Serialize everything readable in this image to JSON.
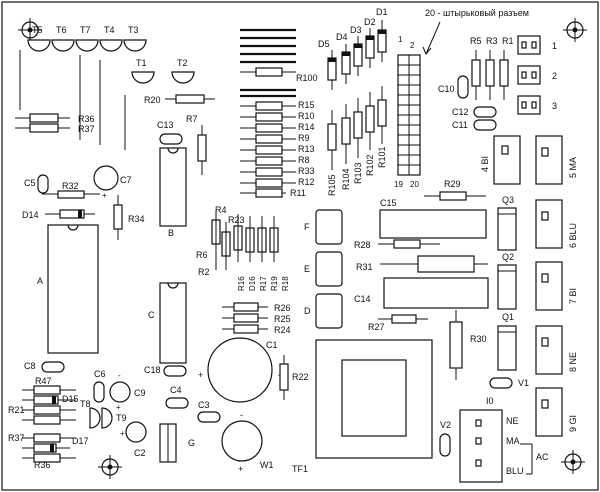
{
  "header_note": "20 - штырьковый разъем",
  "pins": {
    "p1": "1",
    "p2": "2",
    "p19": "19",
    "p20": "20"
  },
  "transistors_top": [
    "T5",
    "T6",
    "T7",
    "T4",
    "T3"
  ],
  "t1": "T1",
  "t2": "T2",
  "diodes_top": [
    "D5",
    "D4",
    "D3",
    "D2",
    "D1"
  ],
  "resistors_left": {
    "r20": "R20",
    "r36a": "R36",
    "r37a": "R37",
    "r7": "R7",
    "r32": "R32",
    "r34": "R34"
  },
  "r100": "R100",
  "resistor_stack": [
    "R15",
    "R10",
    "R14",
    "R9",
    "R13",
    "R8",
    "R33",
    "R12",
    "R11"
  ],
  "resistors_vert_mid": [
    "R105",
    "R104",
    "R103",
    "R102",
    "R101"
  ],
  "top_right_resistors": [
    "R5",
    "R3",
    "R1"
  ],
  "connectors_small": [
    "1",
    "2",
    "3"
  ],
  "capacitors": {
    "c13": "C13",
    "c5": "C5",
    "c7": "C7",
    "c10": "C10",
    "c12": "C12",
    "c11": "C11",
    "c15": "C15",
    "c14": "C14",
    "c8": "C8",
    "c18": "C18",
    "c1": "C1",
    "c4": "C4",
    "c3": "C3",
    "c6": "C6",
    "c9": "C9",
    "c2": "C2"
  },
  "ics": {
    "a": "A",
    "b": "B",
    "c": "C",
    "d": "D",
    "e": "E",
    "f": "F",
    "g": "G"
  },
  "d14": "D14",
  "d15": "D15",
  "d17": "D17",
  "d16": "D16",
  "r_group_mid": [
    "R4",
    "R23",
    "R6",
    "R2",
    "R16",
    "R17",
    "R19",
    "R18"
  ],
  "r_misc": {
    "r29": "R29",
    "r28": "R28",
    "r31": "R31",
    "r27": "R27",
    "r26": "R26",
    "r25": "R25",
    "r24": "R24",
    "r22": "R22",
    "r30": "R30",
    "r47": "R47",
    "r21": "R21",
    "r37b": "R37",
    "r36b": "R36"
  },
  "q": [
    "Q3",
    "Q2",
    "Q1"
  ],
  "terminals": [
    "4 BI",
    "5 MA",
    "6 BLU",
    "7 BI",
    "8 NE",
    "9 GI"
  ],
  "t8": "T8",
  "t9": "T9",
  "v1": "V1",
  "v2": "V2",
  "tf1": "TF1",
  "w1": "W1",
  "jumper": {
    "title": "I0",
    "ne": "NE",
    "ma": "MA",
    "blu": "BLU",
    "ac": "AC"
  },
  "plus": "+",
  "minus": "-"
}
